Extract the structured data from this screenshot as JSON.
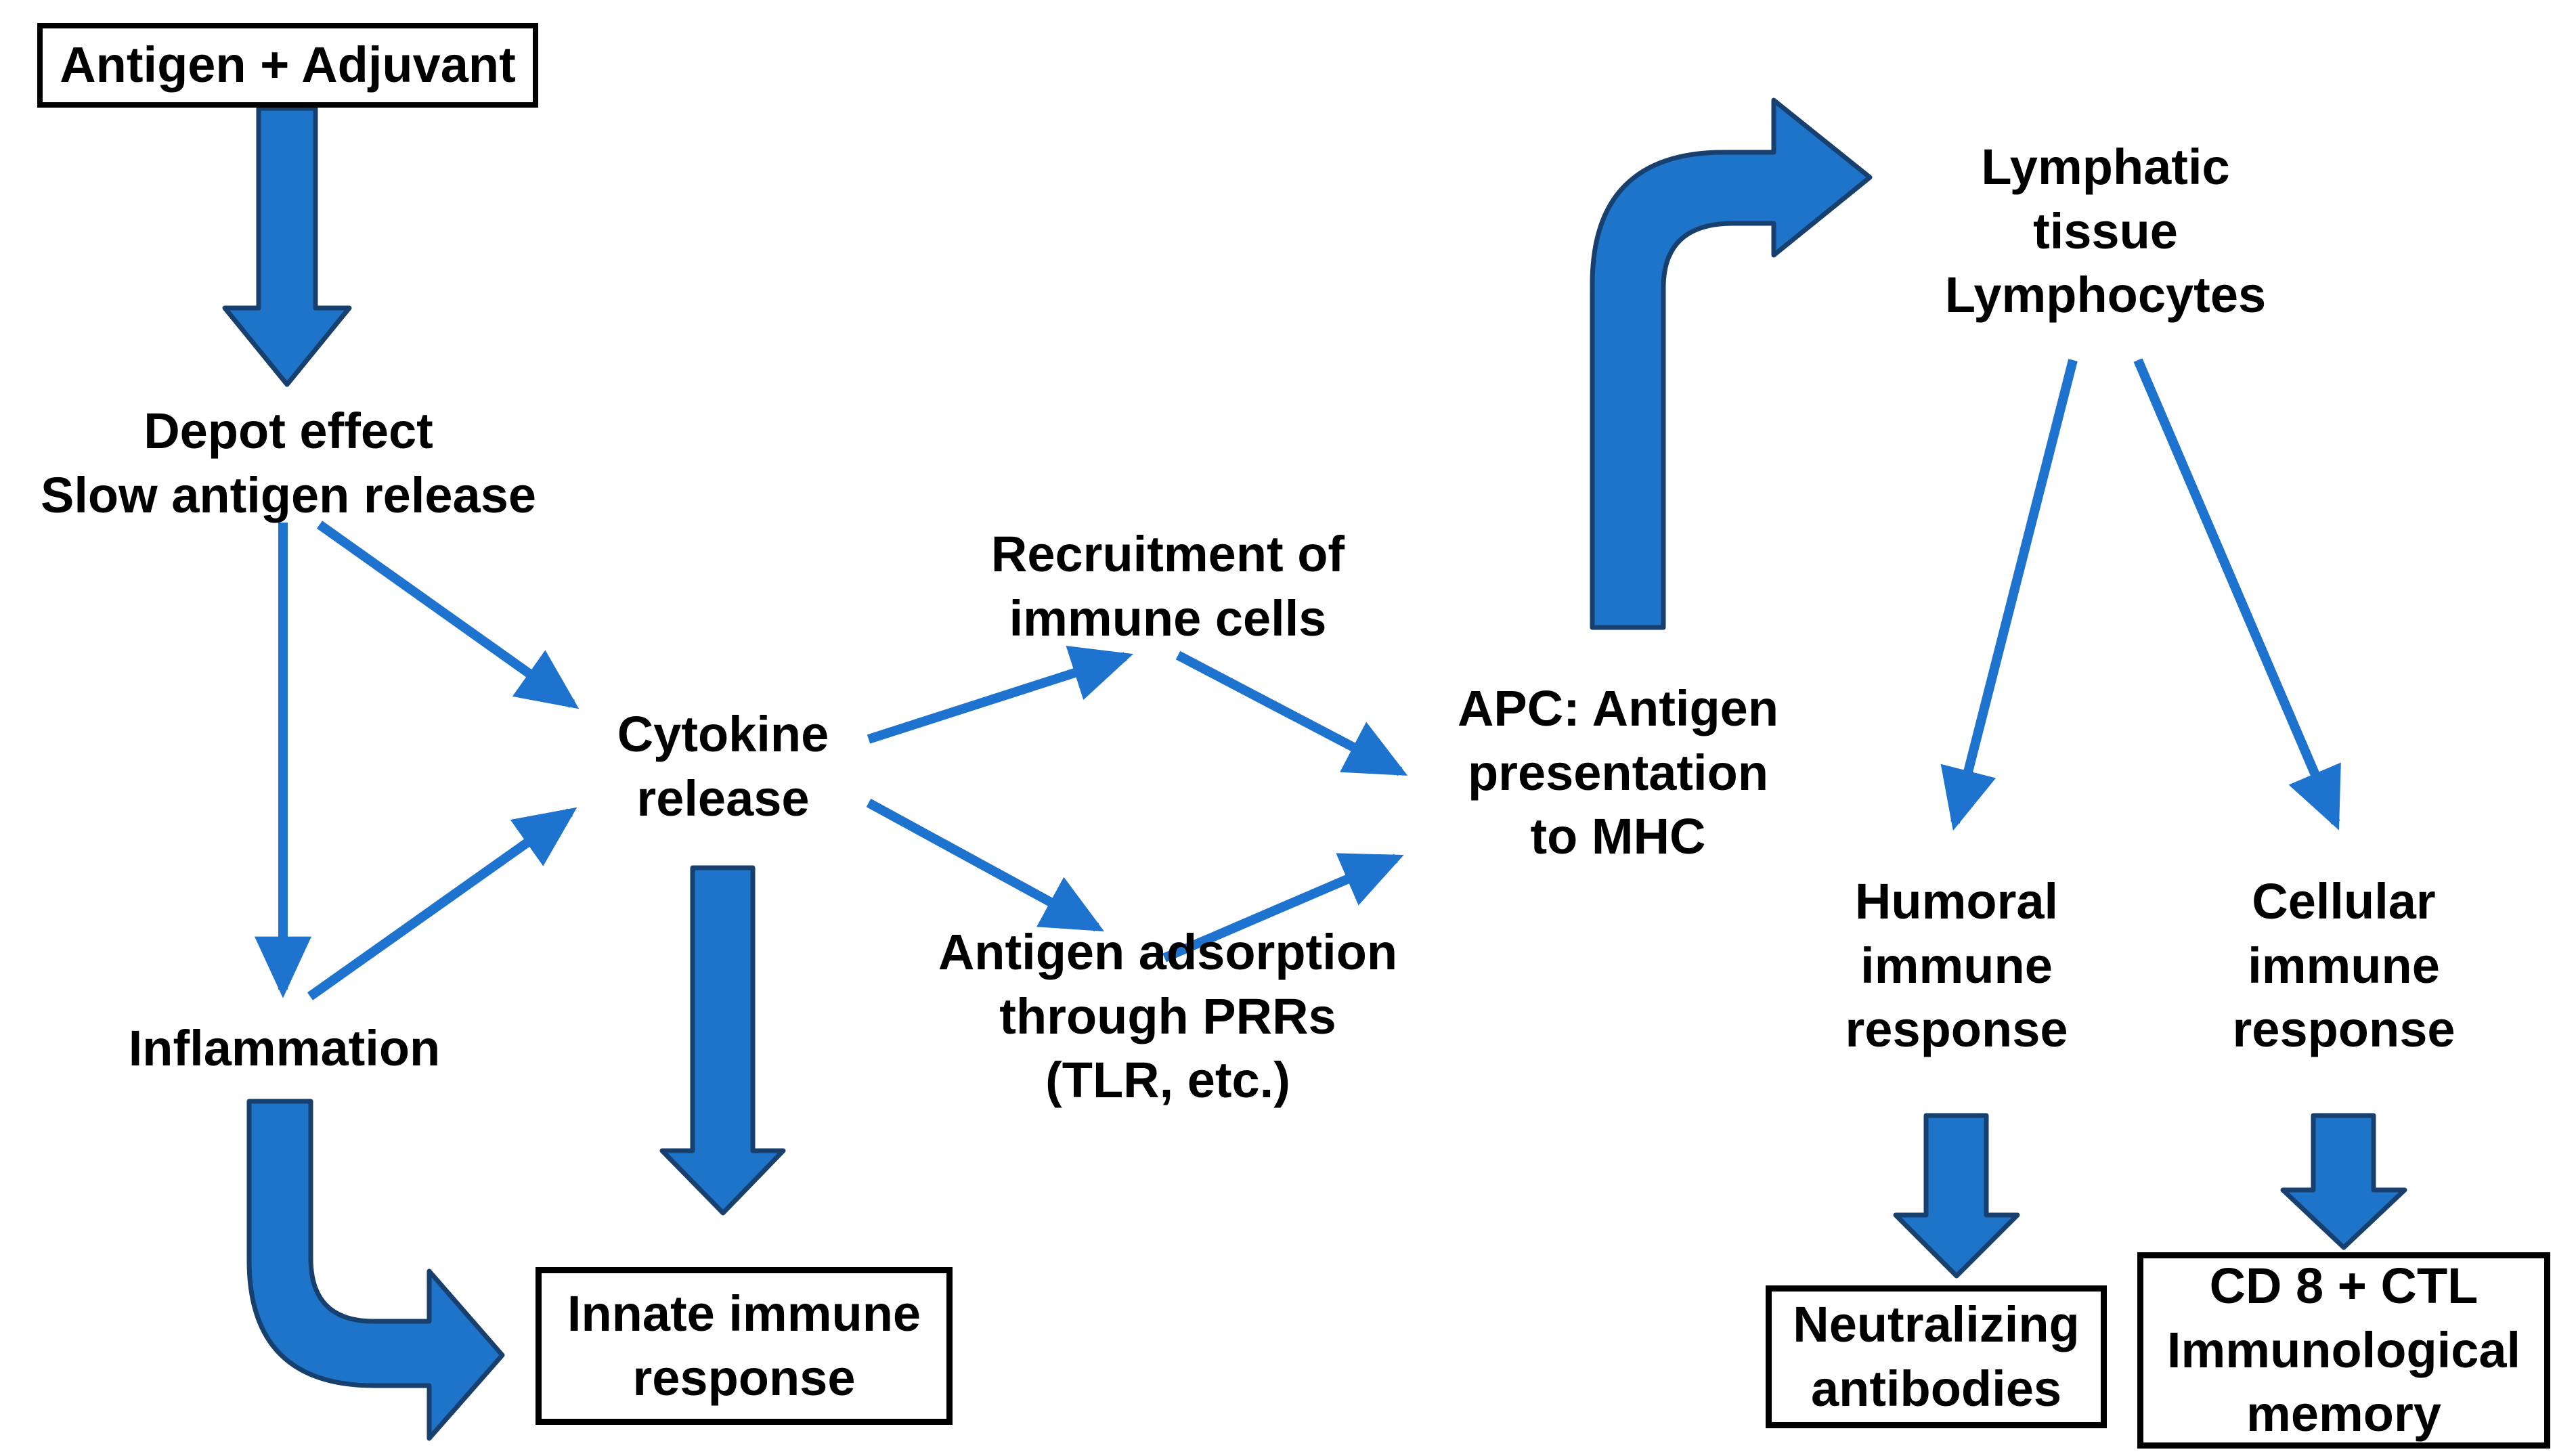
{
  "diagram": {
    "topic": "Adjuvant-induced immune response flowchart",
    "background_color": "#ffffff",
    "text_color": "#000000",
    "box_border_color": "#000000",
    "arrow_fill_color": "#1e74c9",
    "arrow_outline_color": "#17406e",
    "thin_arrow_color": "#1e73ce"
  },
  "nodes": {
    "antigen": {
      "label": "Antigen + Adjuvant"
    },
    "depot": {
      "label": "Depot effect\nSlow antigen release"
    },
    "inflammation": {
      "label": "Inflammation"
    },
    "cytokine": {
      "label": "Cytokine\nrelease"
    },
    "recruitment": {
      "label": "Recruitment of\nimmune cells"
    },
    "adsorption": {
      "label": "Antigen adsorption\nthrough PRRs\n(TLR, etc.)"
    },
    "apc": {
      "label": "APC: Antigen\npresentation\nto MHC"
    },
    "lymphatic": {
      "label": "Lymphatic tissue\nLymphocytes"
    },
    "humoral": {
      "label": "Humoral\nimmune\nresponse"
    },
    "cellular": {
      "label": "Cellular\nimmune\nresponse"
    },
    "innate": {
      "label": "Innate immune\nresponse"
    },
    "neutralizing": {
      "label": "Neutralizing\nantibodies"
    },
    "cd8": {
      "label": "CD 8 + CTL\nImmunological\nmemory"
    }
  },
  "edges": [
    {
      "from": "Antigen + Adjuvant",
      "to": "Depot effect / Slow antigen release",
      "style": "block-arrow"
    },
    {
      "from": "Depot effect / Slow antigen release",
      "to": "Inflammation",
      "style": "thin-arrow"
    },
    {
      "from": "Depot effect / Slow antigen release",
      "to": "Cytokine release",
      "style": "thin-arrow"
    },
    {
      "from": "Inflammation",
      "to": "Cytokine release",
      "style": "thin-arrow"
    },
    {
      "from": "Cytokine release",
      "to": "Recruitment of immune cells",
      "style": "thin-arrow"
    },
    {
      "from": "Cytokine release",
      "to": "Antigen adsorption through PRRs (TLR, etc.)",
      "style": "thin-arrow"
    },
    {
      "from": "Recruitment of immune cells",
      "to": "APC: Antigen presentation to MHC",
      "style": "thin-arrow"
    },
    {
      "from": "Antigen adsorption through PRRs (TLR, etc.)",
      "to": "APC: Antigen presentation to MHC",
      "style": "thin-arrow"
    },
    {
      "from": "APC: Antigen presentation to MHC",
      "to": "Lymphatic tissue / Lymphocytes",
      "style": "elbow-block-arrow"
    },
    {
      "from": "Lymphatic tissue / Lymphocytes",
      "to": "Humoral immune response",
      "style": "thin-arrow"
    },
    {
      "from": "Lymphatic tissue / Lymphocytes",
      "to": "Cellular immune response",
      "style": "thin-arrow"
    },
    {
      "from": "Humoral immune response",
      "to": "Neutralizing antibodies",
      "style": "block-arrow"
    },
    {
      "from": "Cellular immune response",
      "to": "CD 8 + CTL Immunological memory",
      "style": "block-arrow"
    },
    {
      "from": "Cytokine release",
      "to": "Innate immune response",
      "style": "block-arrow"
    },
    {
      "from": "Inflammation",
      "to": "Innate immune response",
      "style": "elbow-block-arrow"
    }
  ]
}
